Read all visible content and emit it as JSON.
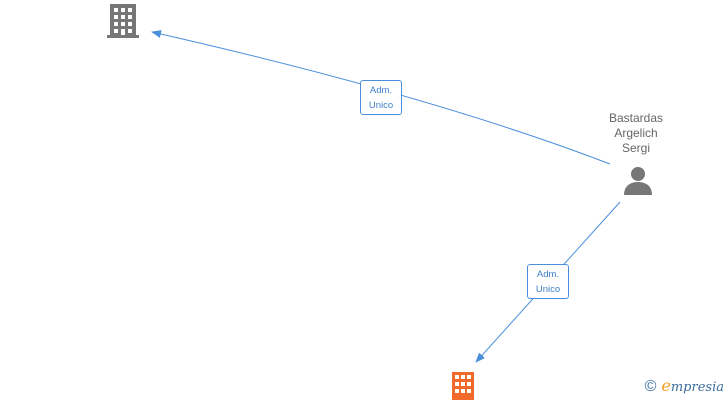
{
  "nodes": {
    "company_top": {
      "icon": "building-icon",
      "color": "#777777"
    },
    "company_bottom": {
      "icon": "building-icon",
      "color": "#f26b2d"
    },
    "person": {
      "icon": "person-icon",
      "color": "#777777",
      "name_lines": [
        "Bastardas",
        "Argelich",
        "Sergi"
      ]
    }
  },
  "edges": [
    {
      "from": "person",
      "to": "company_top",
      "label_lines": [
        "Adm.",
        "Unico"
      ]
    },
    {
      "from": "person",
      "to": "company_bottom",
      "label_lines": [
        "Adm.",
        "Unico"
      ]
    }
  ],
  "edge_color": "#4a8fdb",
  "footer": {
    "copyright_symbol": "©",
    "brand_first": "e",
    "brand_rest": "mpresia"
  }
}
